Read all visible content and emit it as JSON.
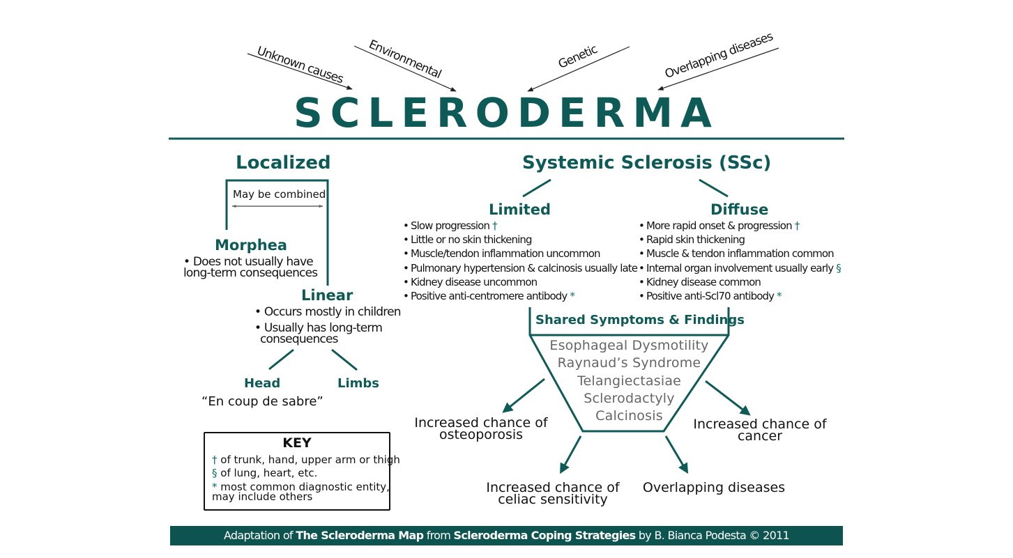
{
  "title": "SCLERODERMA",
  "causes": [
    {
      "label": "Unknown causes"
    },
    {
      "label": "Environmental"
    },
    {
      "label": "Genetic"
    },
    {
      "label": "Overlapping diseases"
    }
  ],
  "localized": {
    "heading": "Localized",
    "combined_note": "May be combined",
    "morphea": {
      "heading": "Morphea",
      "bullet_line1": "• Does not usually have",
      "bullet_line2": "long-term consequences"
    },
    "linear": {
      "heading": "Linear",
      "bullet1": "• Occurs mostly in children",
      "bullet2_line1": "• Usually has long-term",
      "bullet2_line2": "consequences",
      "head": {
        "heading": "Head",
        "note": "“En coup de sabre”"
      },
      "limbs": {
        "heading": "Limbs"
      }
    }
  },
  "systemic": {
    "heading": "Systemic Sclerosis (SSc)",
    "limited": {
      "heading": "Limited",
      "items": [
        {
          "text": "Slow progression",
          "mark": "†"
        },
        {
          "text": "Little or no skin thickening",
          "mark": ""
        },
        {
          "text": "Muscle/tendon inflammation uncommon",
          "mark": ""
        },
        {
          "text": "Pulmonary hypertension & calcinosis usually late",
          "mark": ""
        },
        {
          "text": "Kidney disease uncommon",
          "mark": ""
        },
        {
          "text": "Positive anti-centromere antibody",
          "mark": "*"
        }
      ]
    },
    "diffuse": {
      "heading": "Diffuse",
      "items": [
        {
          "text": "More rapid onset & progression",
          "mark": "†"
        },
        {
          "text": "Rapid skin thickening",
          "mark": ""
        },
        {
          "text": "Muscle & tendon inflammation common",
          "mark": ""
        },
        {
          "text": "Internal organ involvement usually early",
          "mark": "§"
        },
        {
          "text": "Kidney disease common",
          "mark": ""
        },
        {
          "text": "Positive anti-Scl70 antibody",
          "mark": "*"
        }
      ]
    },
    "shared": {
      "heading": "Shared Symptoms & Findings",
      "items": [
        "Esophageal Dysmotility",
        "Raynaud’s Syndrome",
        "Telangiectasiae",
        "Sclerodactyly",
        "Calcinosis"
      ]
    },
    "outcomes": {
      "osteoporosis": {
        "line1": "Increased chance of",
        "line2": "osteoporosis"
      },
      "cancer": {
        "line1": "Increased chance of",
        "line2": "cancer"
      },
      "celiac": {
        "line1": "Increased chance of",
        "line2": "celiac sensitivity"
      },
      "overlapping": {
        "line1": "Overlapping diseases"
      }
    }
  },
  "key": {
    "title": "KEY",
    "entries": [
      {
        "symbol": "†",
        "text": " of trunk, hand, upper arm or thigh"
      },
      {
        "symbol": "§",
        "text": " of lung, heart, etc."
      },
      {
        "symbol": "*",
        "text": " most common diagnostic entity,",
        "text2": "may include others"
      }
    ]
  },
  "footer": {
    "prefix": "Adaptation of ",
    "map_title": "The Scleroderma Map",
    "middle": " from ",
    "book_title": "Scleroderma Coping Strategies",
    "suffix": " by B. Bianca Podesta © 2011"
  },
  "colors": {
    "accent": "#0e5a57",
    "footer_bg": "#0d5451",
    "shared_text": "#666666"
  }
}
